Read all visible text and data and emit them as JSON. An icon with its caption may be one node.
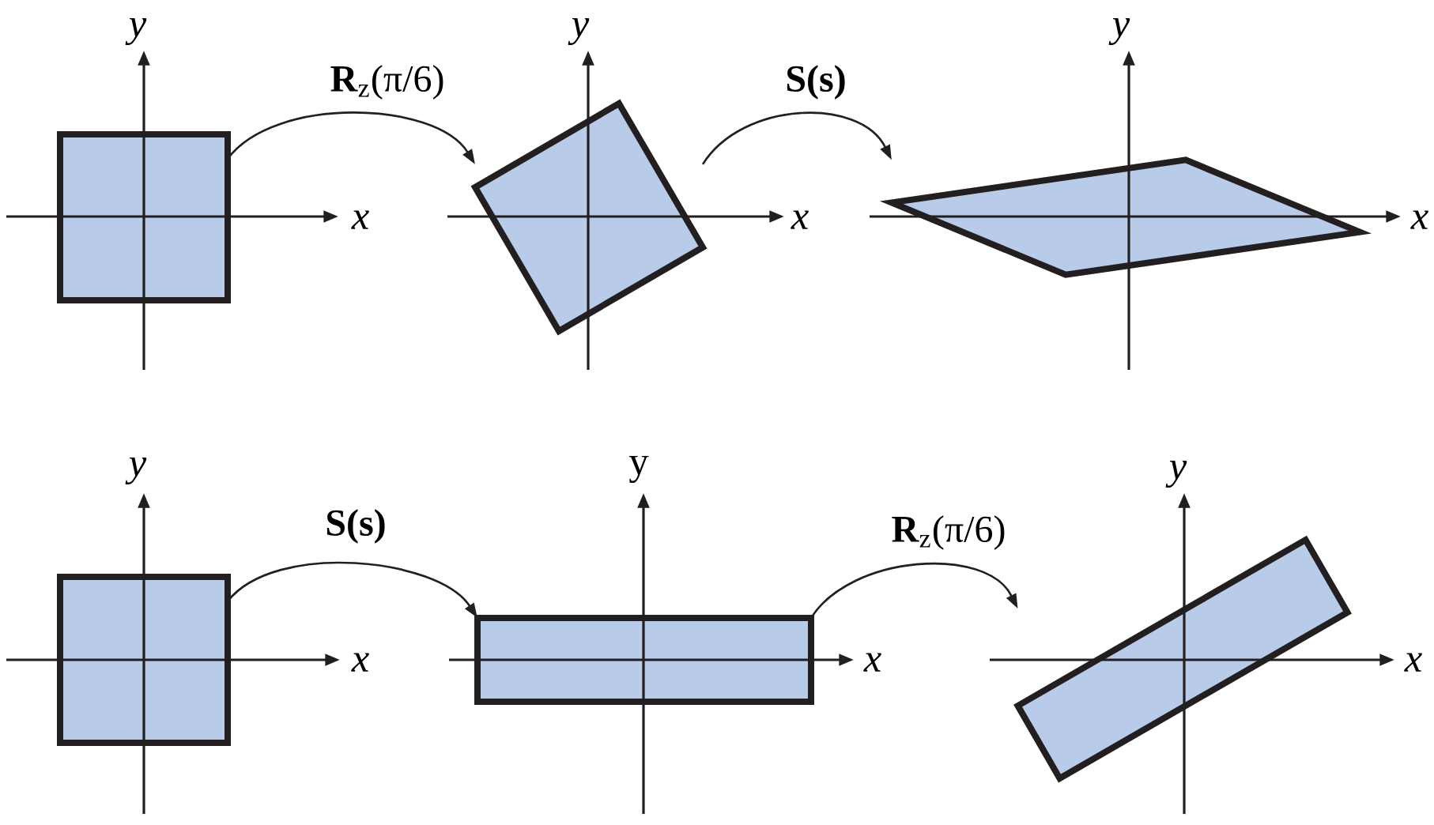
{
  "diagram": {
    "nodes": [
      {
        "text": [],
        "shape": "box"
      },
      {
        "text": [],
        "shape": "box"
      },
      {
        "text": [],
        "shape": "parallelogram"
      },
      {
        "text": [],
        "shape": "box"
      },
      {
        "text": [],
        "shape": "box"
      },
      {
        "text": [],
        "shape": "box"
      }
    ],
    "edges": [
      {
        "from": 0,
        "to": 1,
        "arrow": "to",
        "label": "**R**$_{z}$(π/6)"
      },
      {
        "from": 1,
        "to": 2,
        "arrow": "to",
        "label": "S(s)"
      },
      {
        "from": 3,
        "to": 4,
        "arrow": "to",
        "label": "S(s)"
      },
      {
        "from": 4,
        "to": 5,
        "arrow": "to",
        "label": "**R**$_{z}$(π/6)"
      }
    ],
    "labels": [
      "y",
      "y",
      "y",
      "x",
      "x",
      "x",
      "y",
      "y",
      "y",
      "x",
      "x",
      "x"
    ]
  }
}
